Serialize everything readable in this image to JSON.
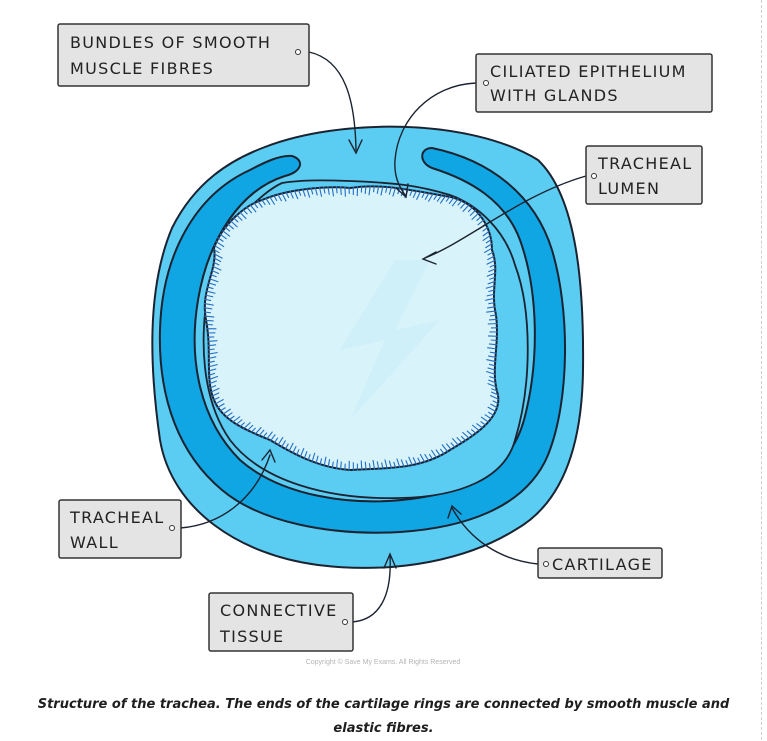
{
  "labels": {
    "smooth_muscle": [
      "BUNDLES OF SMOOTH",
      "MUSCLE FIBRES"
    ],
    "ciliated": [
      "CILIATED EPITHELIUM",
      "WITH GLANDS"
    ],
    "lumen": [
      "TRACHEAL",
      "LUMEN"
    ],
    "wall": [
      "TRACHEAL",
      "WALL"
    ],
    "cartilage": [
      "CARTILAGE"
    ],
    "connective": [
      "CONNECTIVE",
      "TISSUE"
    ]
  },
  "copyright": "Copyright © Save My Exams. All Rights Reserved",
  "caption": "Structure of the trachea. The ends of the cartilage rings are connected by smooth muscle and elastic fibres.",
  "colors": {
    "outer_tissue": "#5bcdf3",
    "cartilage": "#10a6e4",
    "lumen": "#d9f3fb",
    "outline": "#1b2330",
    "cilia": "#1f6fc4",
    "tag_fill": "#e4e4e4"
  }
}
